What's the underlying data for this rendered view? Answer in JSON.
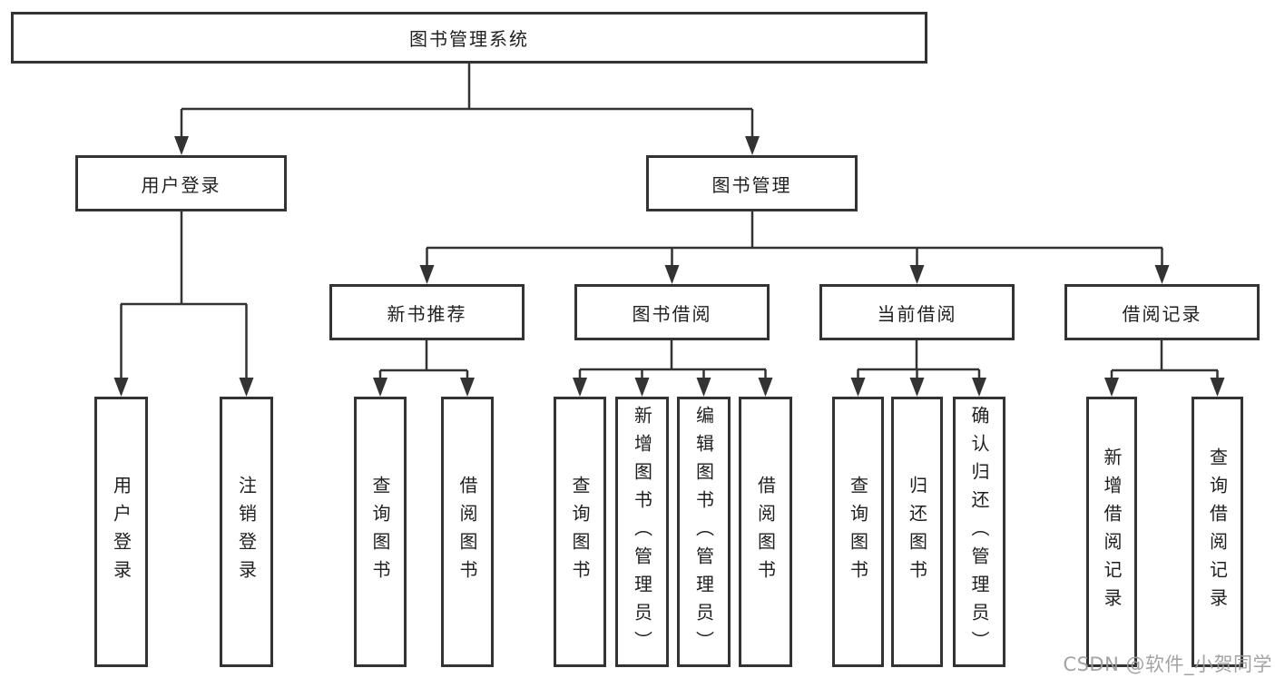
{
  "tree": {
    "root": {
      "label": "图书管理系统",
      "children": [
        {
          "label": "用户登录",
          "children": [
            {
              "label": "用户登录"
            },
            {
              "label": "注销登录"
            }
          ]
        },
        {
          "label": "图书管理",
          "children": [
            {
              "label": "新书推荐",
              "children": [
                {
                  "label": "查询图书"
                },
                {
                  "label": "借阅图书"
                }
              ]
            },
            {
              "label": "图书借阅",
              "children": [
                {
                  "label": "查询图书"
                },
                {
                  "label": "新增图书（管理员）"
                },
                {
                  "label": "编辑图书（管理员）"
                },
                {
                  "label": "借阅图书"
                }
              ]
            },
            {
              "label": "当前借阅",
              "children": [
                {
                  "label": "查询图书"
                },
                {
                  "label": "归还图书"
                },
                {
                  "label": "确认归还（管理员）"
                }
              ]
            },
            {
              "label": "借阅记录",
              "children": [
                {
                  "label": "新增借阅记录"
                },
                {
                  "label": "查询借阅记录"
                }
              ]
            }
          ]
        }
      ]
    }
  },
  "watermark": {
    "text": "CSDN @软件_小贺同学",
    "color": "#9c9c9c"
  },
  "colors": {
    "line": "#333333",
    "box_border": "#333333",
    "text": "#1f1f1f",
    "background": "#ffffff"
  }
}
